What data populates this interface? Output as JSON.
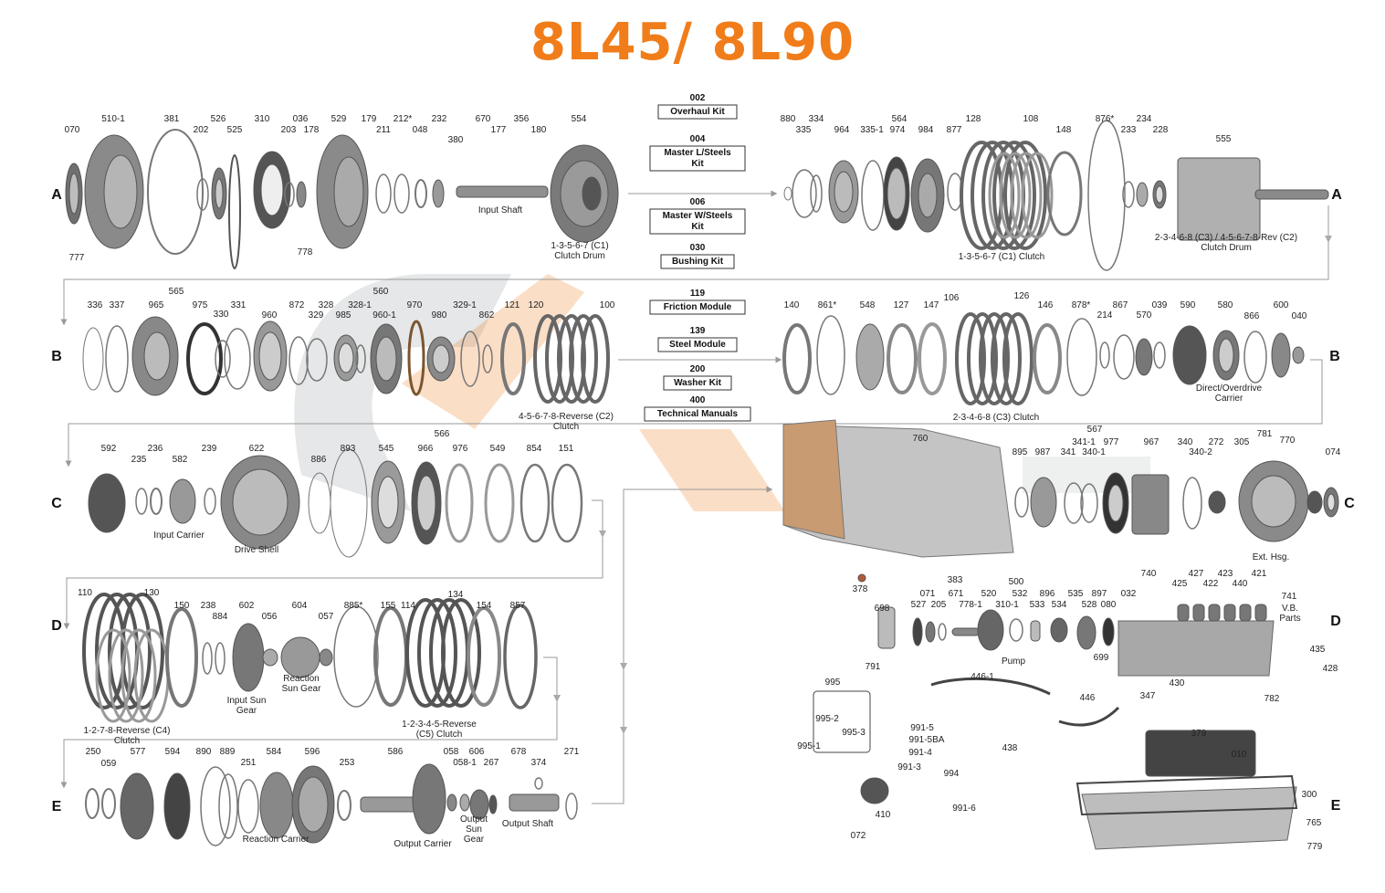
{
  "title": "8L45/ 8L90",
  "colors": {
    "accent": "#f07d1a",
    "parts": "#777777",
    "line": "#999999",
    "watermark_gray": "#8a9196"
  },
  "rows": [
    "A",
    "B",
    "C",
    "D",
    "E"
  ],
  "kits": [
    {
      "code": "002",
      "name": [
        "Overhaul Kit"
      ]
    },
    {
      "code": "004",
      "name": [
        "Master L/Steels",
        "Kit"
      ]
    },
    {
      "code": "006",
      "name": [
        "Master W/Steels",
        "Kit"
      ]
    },
    {
      "code": "030",
      "name": [
        "Bushing Kit"
      ]
    },
    {
      "code": "119",
      "name": [
        "Friction Module"
      ]
    },
    {
      "code": "139",
      "name": [
        "Steel Module"
      ]
    },
    {
      "code": "200",
      "name": [
        "Washer Kit"
      ]
    },
    {
      "code": "400",
      "name": [
        "Technical Manuals"
      ]
    }
  ],
  "part_numbers": [
    "070",
    "510-1",
    "381",
    "202",
    "526",
    "525",
    "310",
    "203",
    "036",
    "178",
    "529",
    "179",
    "211",
    "212*",
    "048",
    "232",
    "380",
    "670",
    "177",
    "356",
    "180",
    "554",
    "777",
    "778",
    "880",
    "335",
    "334",
    "964",
    "335-1",
    "974",
    "984",
    "877",
    "564",
    "128",
    "108",
    "148",
    "876*",
    "233",
    "234",
    "228",
    "555",
    "336",
    "337",
    "565",
    "965",
    "975",
    "330",
    "331",
    "560",
    "960",
    "872",
    "329",
    "328",
    "985",
    "328-1",
    "960-1",
    "970",
    "980",
    "329-1",
    "862",
    "121",
    "120",
    "100",
    "140",
    "861*",
    "548",
    "127",
    "147",
    "106",
    "126",
    "146",
    "878*",
    "214",
    "867",
    "570",
    "039",
    "590",
    "580",
    "866",
    "600",
    "040",
    "592",
    "235",
    "236",
    "582",
    "239",
    "622",
    "886",
    "893",
    "566",
    "545",
    "966",
    "976",
    "549",
    "854",
    "151",
    "760",
    "567",
    "895",
    "987",
    "341",
    "341-1",
    "340-1",
    "977",
    "967",
    "340",
    "272",
    "305",
    "781",
    "770",
    "340-2",
    "074",
    "110",
    "130",
    "150",
    "238",
    "884",
    "602",
    "056",
    "604",
    "057",
    "885*",
    "155",
    "114",
    "134",
    "154",
    "857",
    "378",
    "383",
    "500",
    "071",
    "671",
    "520",
    "532",
    "896",
    "535",
    "897",
    "032",
    "527",
    "205",
    "778-1",
    "310-1",
    "533",
    "534",
    "528",
    "080",
    "698",
    "699",
    "791",
    "740",
    "425",
    "427",
    "422",
    "423",
    "440",
    "421",
    "741",
    "435",
    "428",
    "430",
    "782",
    "995",
    "995-2",
    "995-3",
    "995-1",
    "446-1",
    "446",
    "347",
    "379",
    "438",
    "010",
    "991-5",
    "991-5BA",
    "991-4",
    "991-3",
    "994",
    "991-6",
    "410",
    "072",
    "300",
    "765",
    "779",
    "250",
    "059",
    "577",
    "594",
    "890",
    "889",
    "251",
    "584",
    "596",
    "253",
    "586",
    "058",
    "058-1",
    "606",
    "267",
    "678",
    "374",
    "271"
  ],
  "part_names": [
    "Input Shaft",
    [
      "1-3-5-6-7 (C1)",
      "Clutch Drum"
    ],
    "1-3-5-6-7 (C1) Clutch",
    [
      "2-3-4-6-8 (C3) / 4-5-6-7-8-Rev (C2)",
      "Clutch Drum"
    ],
    [
      "4-5-6-7-8-Reverse (C2)",
      "Clutch"
    ],
    "2-3-4-6-8 (C3) Clutch",
    [
      "Direct/Overdrive",
      "Carrier"
    ],
    "Input Carrier",
    "Drive Shell",
    "Ext. Hsg.",
    [
      "1-2-7-8-Reverse (C4)",
      "Clutch"
    ],
    [
      "Input Sun",
      "Gear"
    ],
    [
      "Reaction",
      "Sun Gear"
    ],
    [
      "1-2-3-4-5-Reverse",
      "(C5) Clutch"
    ],
    "Pump",
    [
      "V.B.",
      "Parts"
    ],
    "Reaction Carrier",
    "Output Carrier",
    [
      "Output",
      "Sun",
      "Gear"
    ],
    "Output Shaft"
  ]
}
